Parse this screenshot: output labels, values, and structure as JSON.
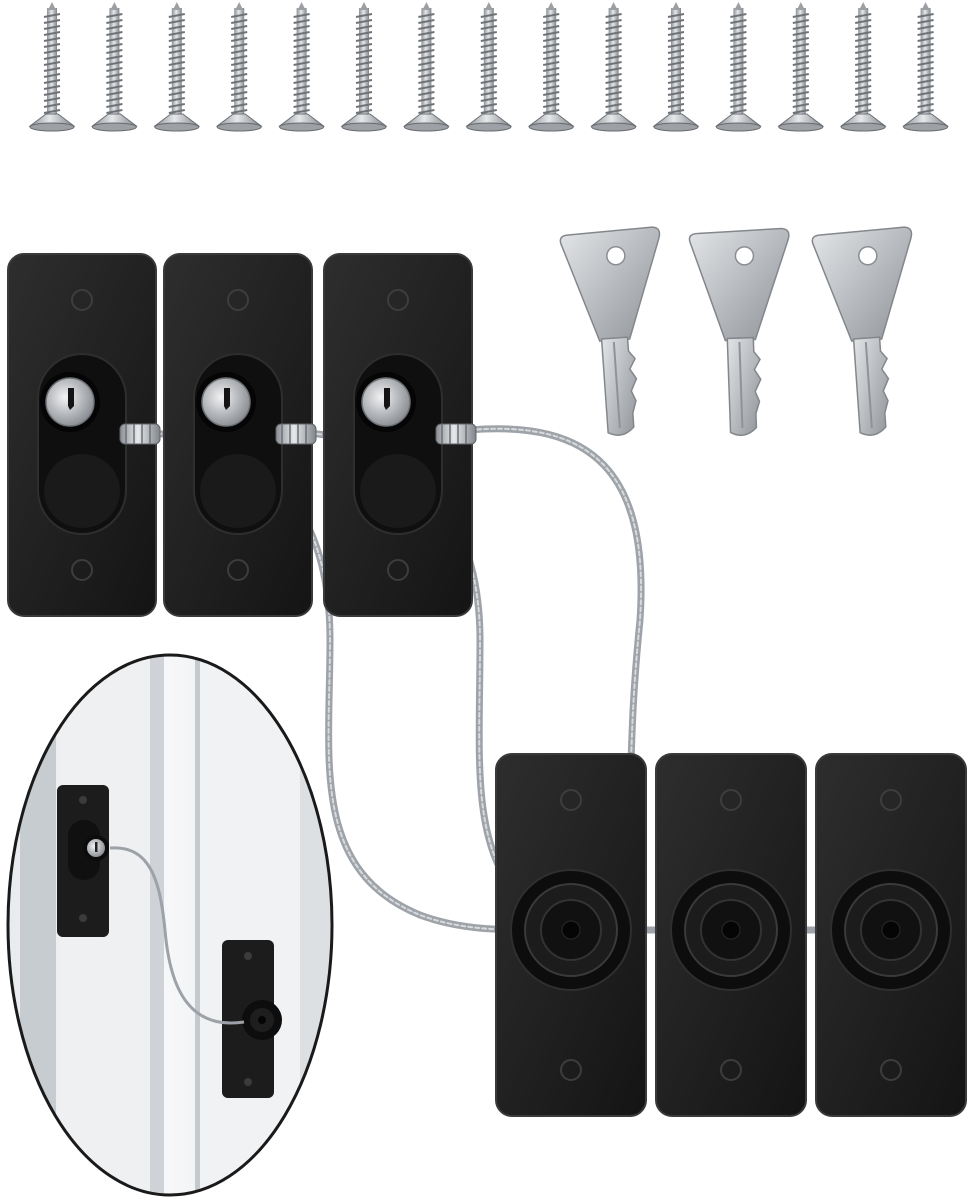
{
  "product": {
    "screws": {
      "count": 15
    },
    "keys": {
      "count": 3
    },
    "lock_plates": {
      "count": 3
    },
    "catch_plates": {
      "count": 3
    }
  },
  "colors": {
    "plate": "#1f1f1f",
    "plate_edge": "#3a3a3a",
    "steel": "#b8bcc0",
    "steel_dark": "#7d8186",
    "cable": "#a8adb3",
    "background": "#ffffff",
    "inset_frame": "#d9dcde"
  },
  "icons": {
    "screw": "screw-icon",
    "key": "key-icon",
    "lock_plate": "lock-plate-icon",
    "catch_plate": "catch-plate-icon",
    "cable": "steel-cable",
    "inset": "installed-window-photo"
  }
}
